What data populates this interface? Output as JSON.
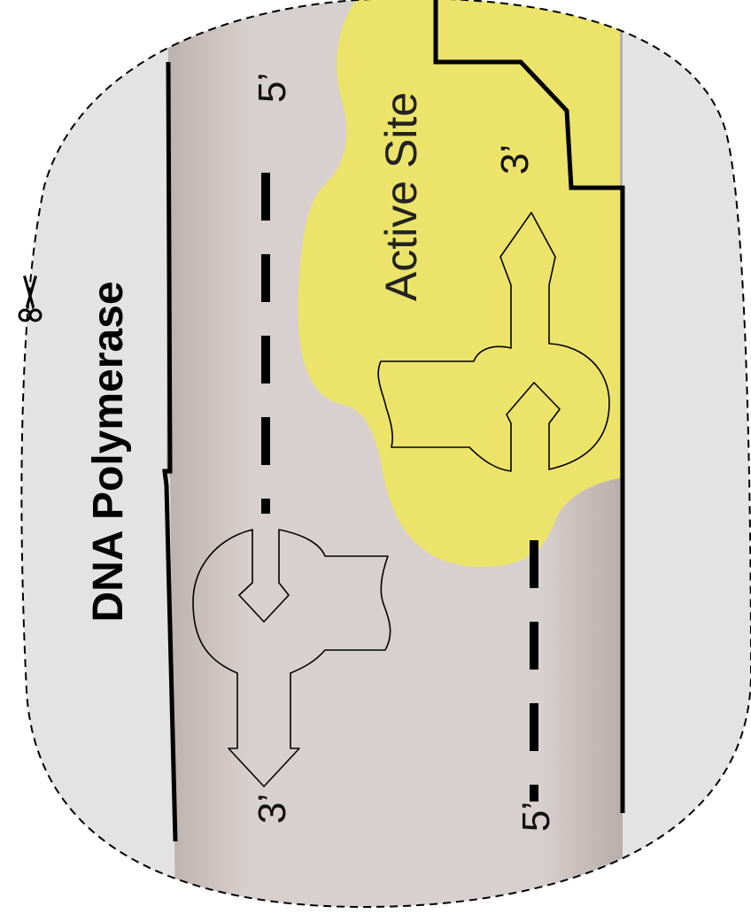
{
  "diagram": {
    "title": "DNA Polymerase",
    "active_site_label": "Active Site",
    "ends": {
      "left_top": "5’",
      "left_bottom": "3’",
      "right_top": "3’",
      "right_bottom": "5’"
    },
    "icons": {
      "cut_marker": "scissors-icon"
    },
    "colors": {
      "enzyme_fill": "#e3e3e3",
      "dna_channel": "#d7cfcd",
      "active_site": "#ece46a",
      "outline": "#000000"
    }
  }
}
